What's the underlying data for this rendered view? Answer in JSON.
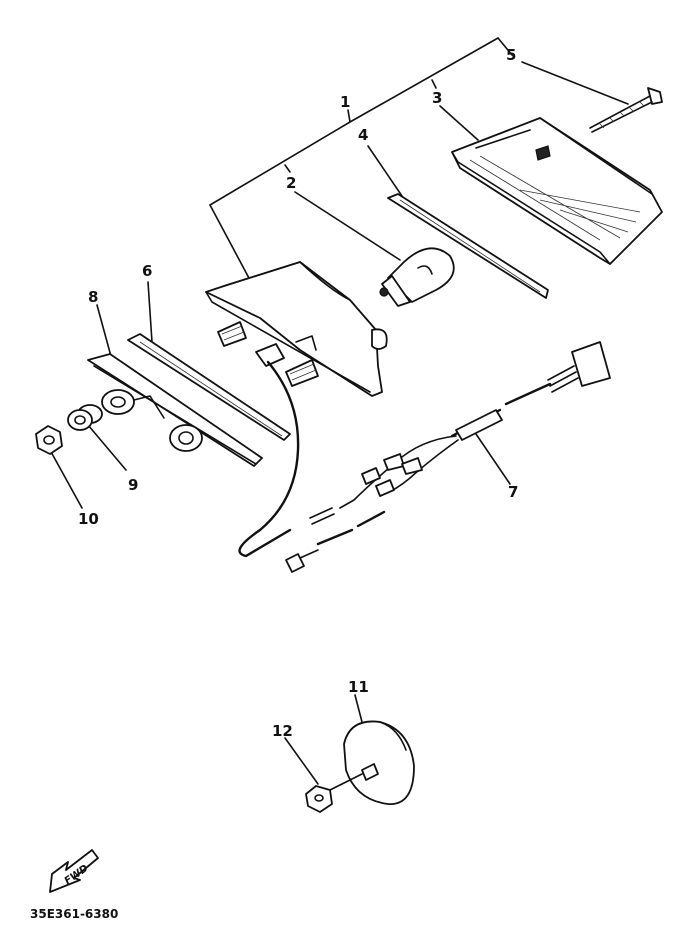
{
  "labels": {
    "p1": "1",
    "p2": "2",
    "p3": "3",
    "p4": "4",
    "p5": "5",
    "p6": "6",
    "p7": "7",
    "p8": "8",
    "p9": "9",
    "p10": "10",
    "p11": "11",
    "p12": "12"
  },
  "fwd_label": "FWD",
  "diagram_code": "35E361-6380",
  "colors": {
    "ink": "#111111",
    "paper": "#ffffff"
  }
}
